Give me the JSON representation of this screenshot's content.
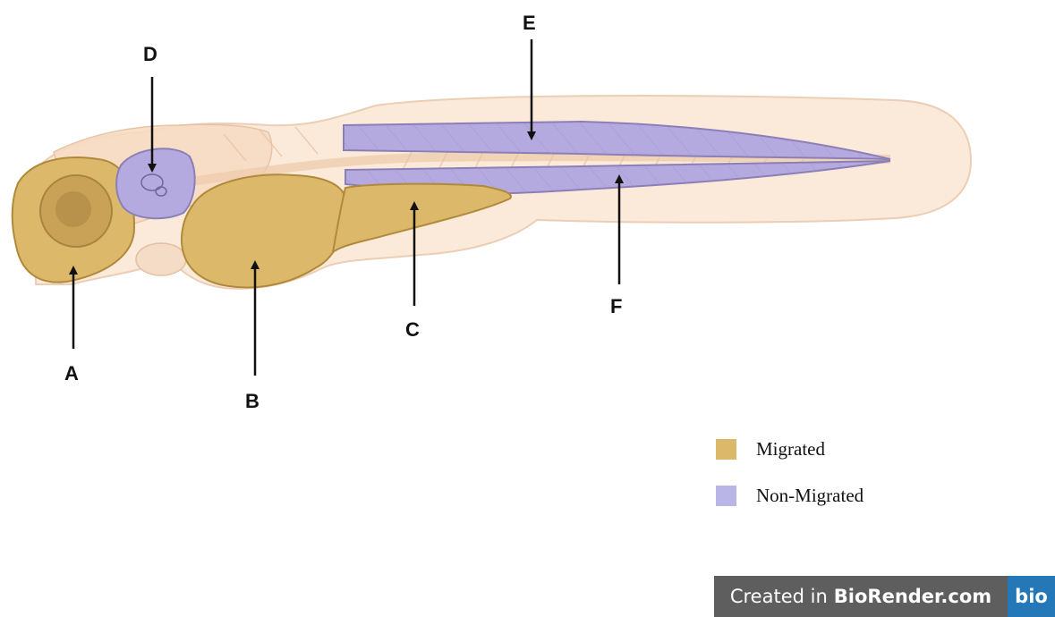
{
  "labels": {
    "a": "A",
    "b": "B",
    "c": "C",
    "d": "D",
    "e": "E",
    "f": "F"
  },
  "legend": [
    {
      "label": "Migrated",
      "color": "#dcb96a"
    },
    {
      "label": "Non-Migrated",
      "color": "#b9b5e6"
    }
  ],
  "colors": {
    "body": "#fbe8d7",
    "body_outline": "#e9c9ae",
    "migrated": "#dcb96a",
    "migrated_outline": "#b08a3a",
    "non_migrated": "#b5aadf",
    "non_migrated_outline": "#8b7fb8",
    "arrow": "#111111"
  },
  "badge": {
    "prefix": "Created in",
    "brand": "BioRender.com",
    "logo": "bio"
  }
}
